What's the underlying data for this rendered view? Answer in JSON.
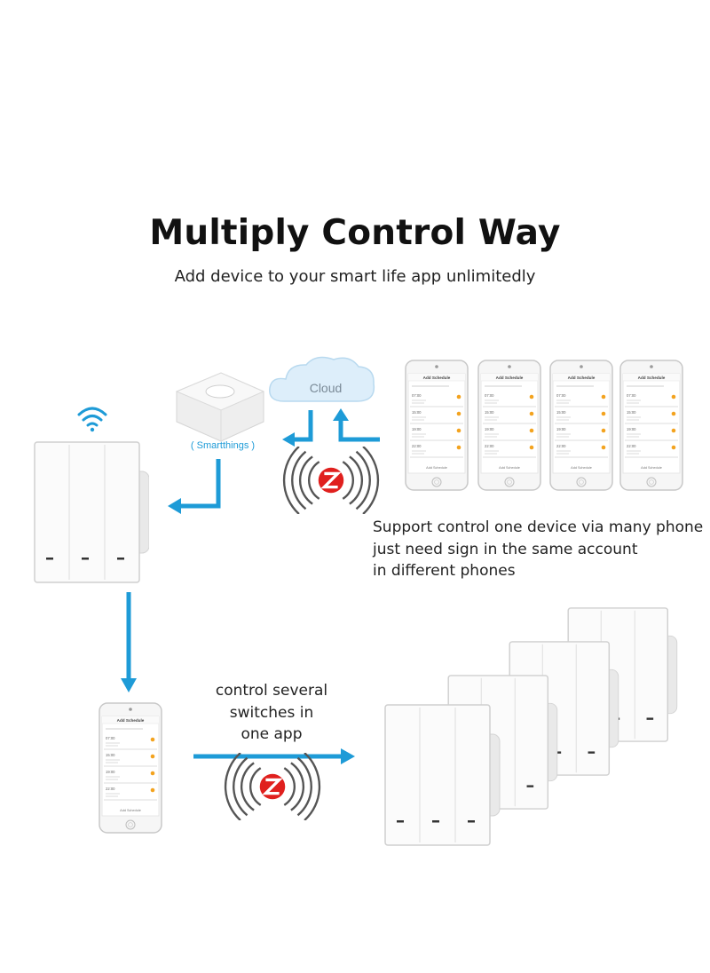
{
  "title": "Multiply Control Way",
  "subtitle": "Add device to your smart life app unlimitedly",
  "cloud_label": "Cloud",
  "hub_label": "( Smartthings )",
  "notes": {
    "multi_phone": [
      "Support control one device via many phone",
      "just need sign in the same account",
      "in different phones"
    ],
    "several_switches": [
      "control several",
      "switches in",
      "one app"
    ]
  },
  "phone_screen": {
    "header": "Add Schedule",
    "rows": [
      "07:00",
      "15:00",
      "19:00",
      "22:00"
    ],
    "footer": "Add Schedule"
  },
  "colors": {
    "arrow": "#1e9bd7",
    "zigbee_red": "#e0201e",
    "signal_gray": "#555555",
    "toggle_orange": "#f3a31f"
  },
  "icons": [
    "wifi-icon",
    "zigbee-icon",
    "cloud-icon",
    "hub-icon"
  ]
}
